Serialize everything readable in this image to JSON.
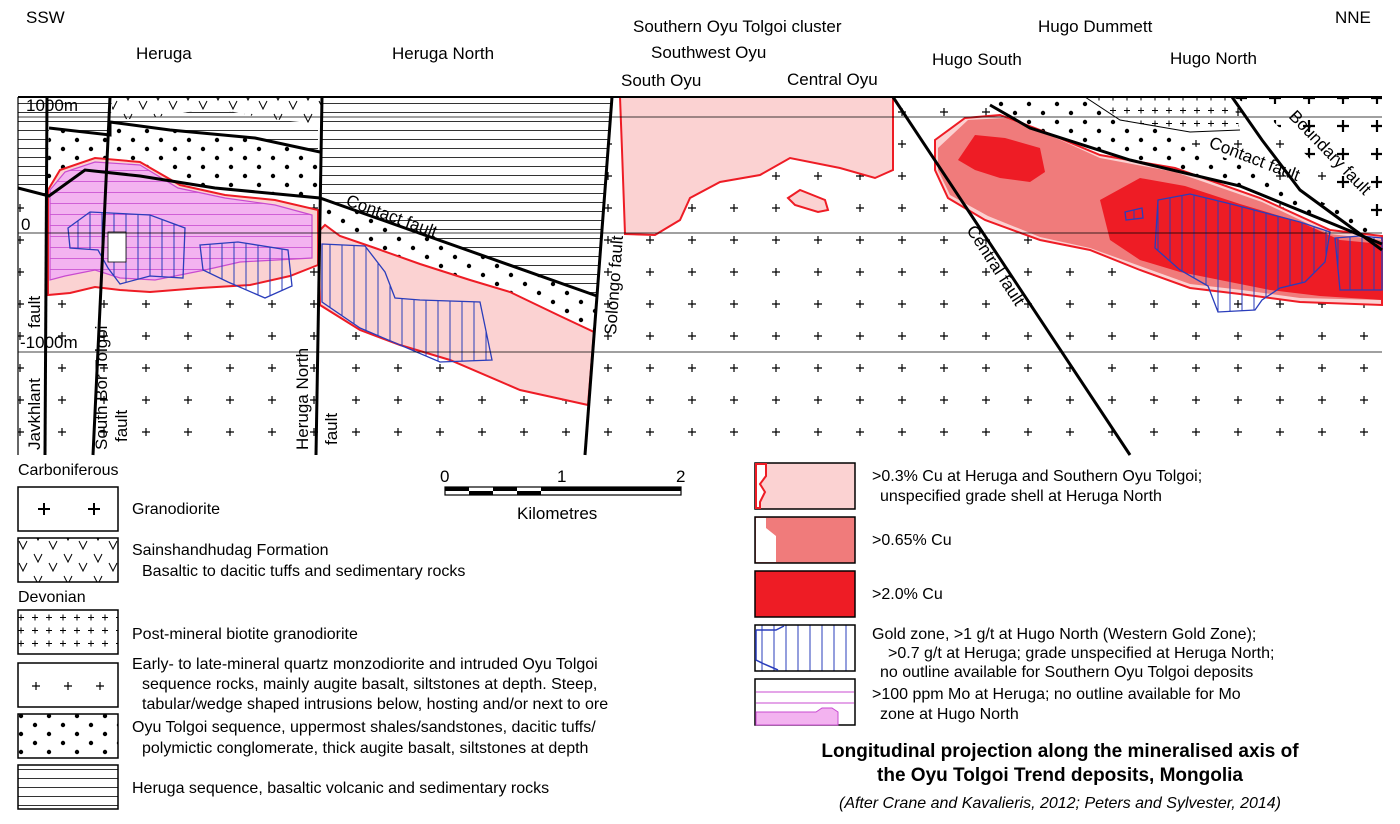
{
  "section": {
    "direction_left": "SSW",
    "direction_right": "NNE",
    "elevations": {
      "top": "1000m",
      "zero": "0",
      "bottom": "-1000m"
    },
    "deposits": {
      "heruga": "Heruga",
      "heruga_north": "Heruga North",
      "southern_cluster": "Southern Oyu Tolgoi cluster",
      "southwest_oyu": "Southwest Oyu",
      "south_oyu": "South Oyu",
      "central_oyu": "Central Oyu",
      "hugo_dummett": "Hugo Dummett",
      "hugo_south": "Hugo South",
      "hugo_north": "Hugo North"
    },
    "faults": {
      "javkhlant_a": "Javkhlant",
      "javkhlant_b": "fault",
      "south_bor_a": "South Bor Tolgoi",
      "south_bor_b": "fault",
      "heruga_north_a": "Heruga North",
      "heruga_north_b": "fault",
      "solongo": "Solongo fault",
      "contact_left": "Contact fault",
      "contact_right": "Contact fault",
      "central": "Central fault",
      "boundary": "Boundary fault"
    }
  },
  "scale": {
    "ticks": [
      "0",
      "1",
      "2"
    ],
    "label": "Kilometres"
  },
  "legend_left": {
    "carboniferous": "Carboniferous",
    "granodiorite": "Granodiorite",
    "sainshand_1": "Sainshandhudag Formation",
    "sainshand_2": "Basaltic to dacitic tuffs and sedimentary rocks",
    "devonian": "Devonian",
    "postmineral": "Post-mineral biotite granodiorite",
    "qmd_1": "Early- to late-mineral quartz monzodiorite and intruded Oyu Tolgoi",
    "qmd_2": "sequence  rocks, mainly augite basalt, siltstones at depth. Steep,",
    "qmd_3": "tabular/wedge shaped intrusions below, hosting and/or next to ore",
    "oyu_1": "Oyu Tolgoi sequence, uppermost shales/sandstones, dacitic tuffs/",
    "oyu_2": "polymictic conglomerate, thick augite basalt, siltstones at depth",
    "heruga_seq": "Heruga sequence, basaltic volcanic and sedimentary rocks"
  },
  "legend_right": {
    "cu03_1": ">0.3% Cu at Heruga and Southern Oyu Tolgoi;",
    "cu03_2": "unspecified grade shell at Heruga North",
    "cu065": ">0.65% Cu",
    "cu2": ">2.0% Cu",
    "gold_1": "Gold zone, >1 g/t at Hugo North (Western Gold Zone);",
    "gold_2": ">0.7 g/t at Heruga; grade unspecified at Heruga North;",
    "gold_3": "no outline available for Southern Oyu Tolgoi deposits",
    "mo_1": ">100 ppm Mo at Heruga; no outline available for Mo",
    "mo_2": "zone at Hugo North"
  },
  "title_1": "Longitudinal projection along the mineralised axis of",
  "title_2": "the Oyu Tolgoi Trend deposits, Mongolia",
  "citation": "(After Crane and Kavalieris, 2012; Peters and Sylvester, 2014)",
  "colors": {
    "cu_low": "#fbd2d2",
    "cu_mid": "#f07b7b",
    "cu_high": "#ee1c25",
    "outline_red": "#ee1c25",
    "gold_outline": "#2a3dbb",
    "mo_fill": "#f3b3f0",
    "mo_line": "#c84bd0"
  }
}
